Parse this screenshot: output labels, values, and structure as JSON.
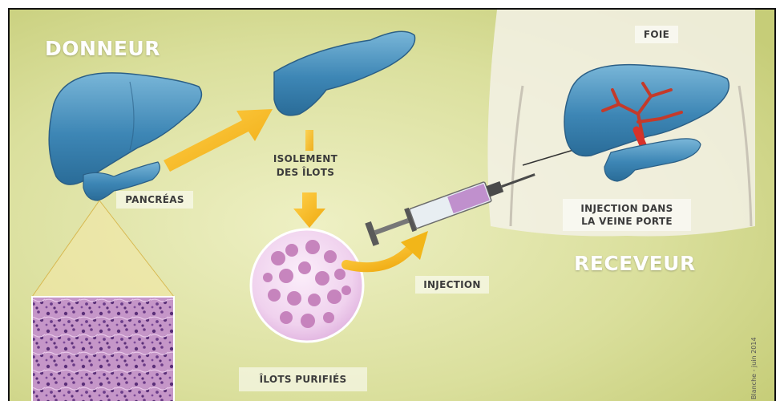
{
  "labels": {
    "donneur": "DONNEUR",
    "receveur": "RECEVEUR",
    "foie": "FOIE",
    "pancreas": "PANCRÉAS",
    "isolement_line1": "ISOLEMENT",
    "isolement_line2": "DES ÎLOTS",
    "injection": "INJECTION",
    "injection_veine_line1": "INJECTION DANS",
    "injection_veine_line2": "LA VEINE PORTE",
    "ilots_purifies": "ÎLOTS PURIFIÉS",
    "credit": "Blanche - juin 2014"
  },
  "colors": {
    "background": "#dfe3a6",
    "organ_blue": "#3f86b3",
    "arrow_yellow": "#f2b619",
    "vessel_red": "#c43a2a",
    "islet_pink": "#c27bb8"
  },
  "icons": [
    "liver-icon",
    "pancreas-icon",
    "syringe-icon",
    "arrow-icon",
    "histology-image",
    "islets-dish-image",
    "body-silhouette"
  ]
}
